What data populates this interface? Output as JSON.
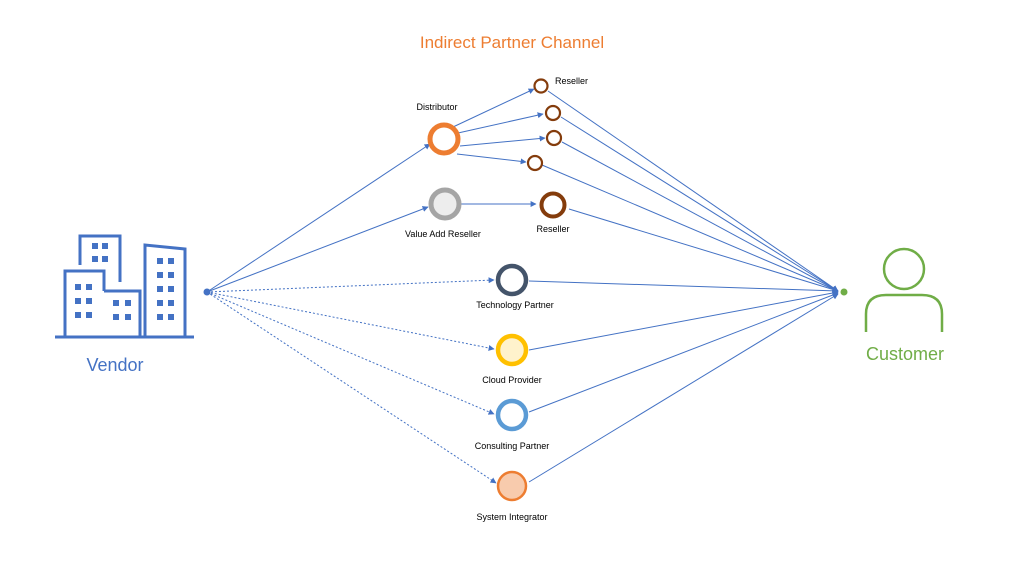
{
  "title": "Indirect Partner Channel",
  "vendor": {
    "label": "Vendor",
    "icon": "office-buildings-icon"
  },
  "customer": {
    "label": "Customer",
    "icon": "user-icon"
  },
  "partners": {
    "distributor": "Distributor",
    "reseller_top": "Reseller",
    "value_add_reseller": "Value Add Reseller",
    "reseller_var": "Reseller",
    "technology_partner": "Technology Partner",
    "cloud_provider": "Cloud Provider",
    "consulting_partner": "Consulting Partner",
    "system_integrator": "System Integrator"
  },
  "colors": {
    "title": "#ED7D31",
    "vendor": "#4472C4",
    "customer": "#70AD47",
    "line": "#4472C4",
    "distributor": "#ED7D31",
    "reseller": "#843C0C",
    "value_add_reseller": "#A5A5A5",
    "technology_partner": "#44546A",
    "cloud_provider": "#FFC000",
    "consulting_partner": "#5B9BD5",
    "system_integrator": "#ED7D31"
  }
}
